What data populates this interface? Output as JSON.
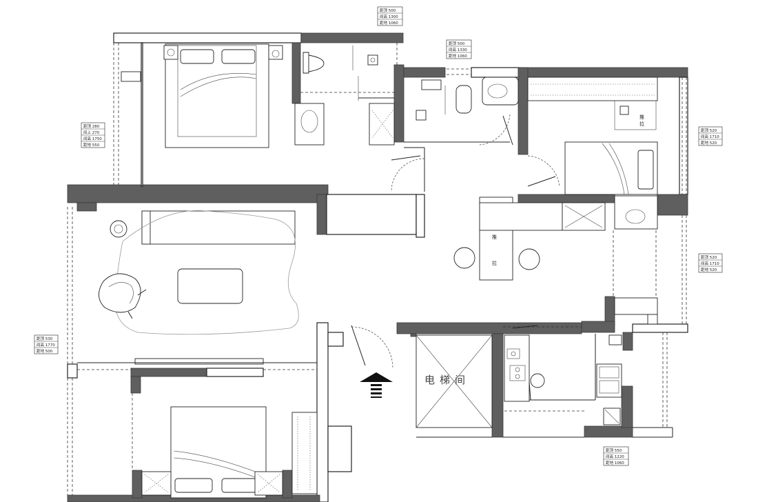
{
  "rooms": {
    "elevator": "电梯间"
  },
  "wardrobe_labels": {
    "pull_a_top": "推",
    "pull_a_bottom": "拉",
    "pull_b_top": "推",
    "pull_b_bottom": "拉"
  },
  "annotations": [
    {
      "id": "top-wall-lamp",
      "lines": [
        "距顶 500",
        "间高 1300",
        "距地 1060"
      ]
    },
    {
      "id": "bath-wall-lamp",
      "lines": [
        "距顶 500",
        "间高 1330",
        "距地 1060"
      ]
    },
    {
      "id": "master-bed-lamp",
      "lines": [
        "距顶 280",
        "间上 270",
        "间高 1750",
        "距地 550"
      ]
    },
    {
      "id": "right-bed-lamp",
      "lines": [
        "距顶 520",
        "间高 1710",
        "距地 520"
      ]
    },
    {
      "id": "right-dining-lamp",
      "lines": [
        "距顶 520",
        "间高 1710",
        "距地 520"
      ]
    },
    {
      "id": "left-living-lamp",
      "lines": [
        "距顶 530",
        "间高 1770",
        "距地 500"
      ]
    },
    {
      "id": "kitchen-lamp",
      "lines": [
        "距顶 550",
        "间高 1220",
        "距地 1060"
      ]
    }
  ]
}
